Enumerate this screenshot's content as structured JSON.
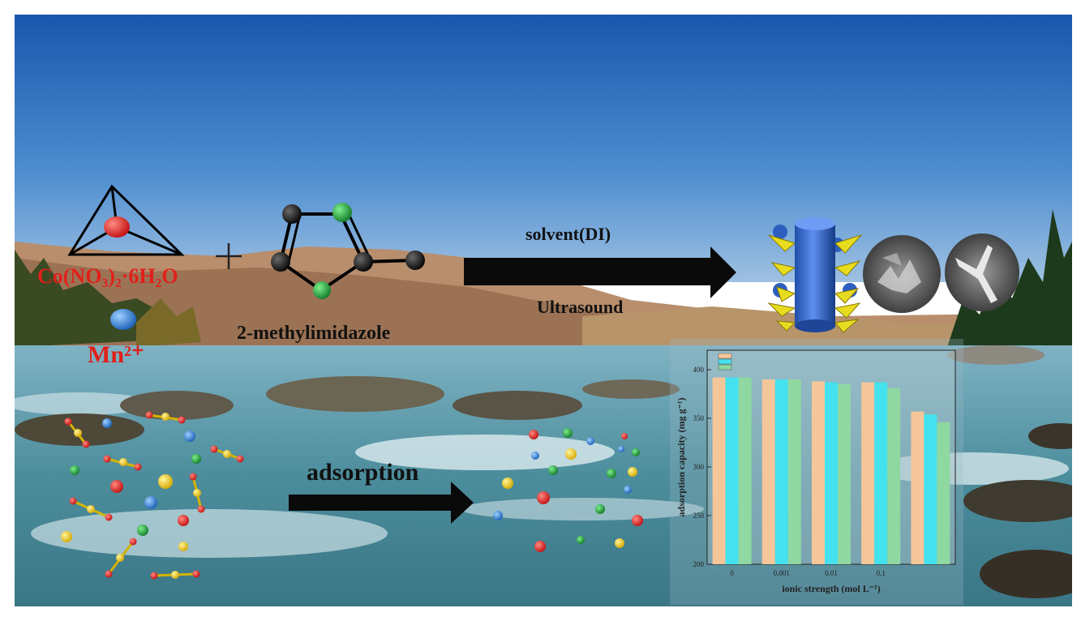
{
  "reagents": {
    "cobalt_salt": "Co(NO₃)₂·6H₂O",
    "manganese_ion": "Mn²⁺",
    "plus_sign": "+",
    "linker": "2-methylimidazole"
  },
  "synthesis_arrow": {
    "top_label": "solvent(DI)",
    "bottom_label": "Ultrasound"
  },
  "process_arrow": {
    "label": "adsorption"
  },
  "colors": {
    "label_red": "#e0201a",
    "arrow": "#0a0a0a",
    "atom_red": "#d81818",
    "atom_green": "#1ea03a",
    "atom_blue": "#2c7fd8",
    "atom_yellow": "#f2cc10",
    "sky_top": "#1f5fb6",
    "water": "#5e9aa8"
  },
  "chart_data": {
    "type": "bar",
    "categories": [
      "0",
      "0.001",
      "0.01",
      "0.1",
      ""
    ],
    "series": [
      {
        "values": [
          392,
          390,
          388,
          387,
          357
        ]
      },
      {
        "values": [
          392,
          390,
          387,
          387,
          354
        ]
      },
      {
        "values": [
          392,
          390,
          385,
          381,
          346
        ]
      }
    ],
    "series_colors": [
      "#f5c69a",
      "#44e2ee",
      "#8fd8a2"
    ],
    "xlabel": "ionic strength (mol L⁻¹)",
    "ylabel": "adsorption capacity (mg g⁻¹)",
    "yticks": [
      200,
      250,
      300,
      350,
      400
    ],
    "ylim": [
      200,
      420
    ]
  }
}
